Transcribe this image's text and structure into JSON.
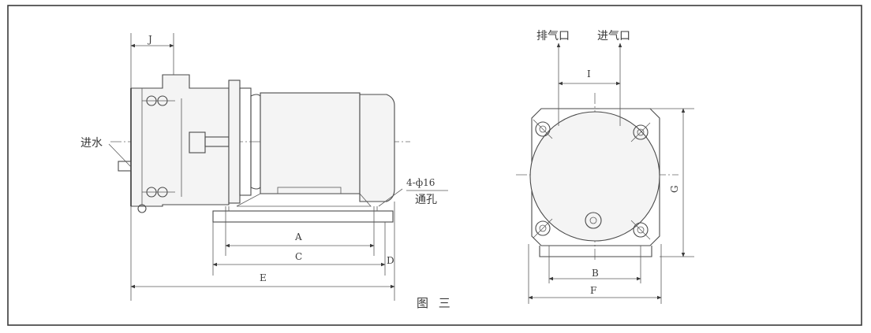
{
  "side_view": {
    "water_inlet": "进水",
    "hole_spec": "4-ф16",
    "through_hole": "通孔",
    "dims": {
      "J": "J",
      "A": "A",
      "C": "C",
      "D": "D",
      "E": "E"
    }
  },
  "front_view": {
    "exhaust_port": "排气口",
    "intake_port": "进气口",
    "dims": {
      "I": "I",
      "G": "G",
      "B": "B",
      "F": "F"
    }
  },
  "caption": "图 三"
}
